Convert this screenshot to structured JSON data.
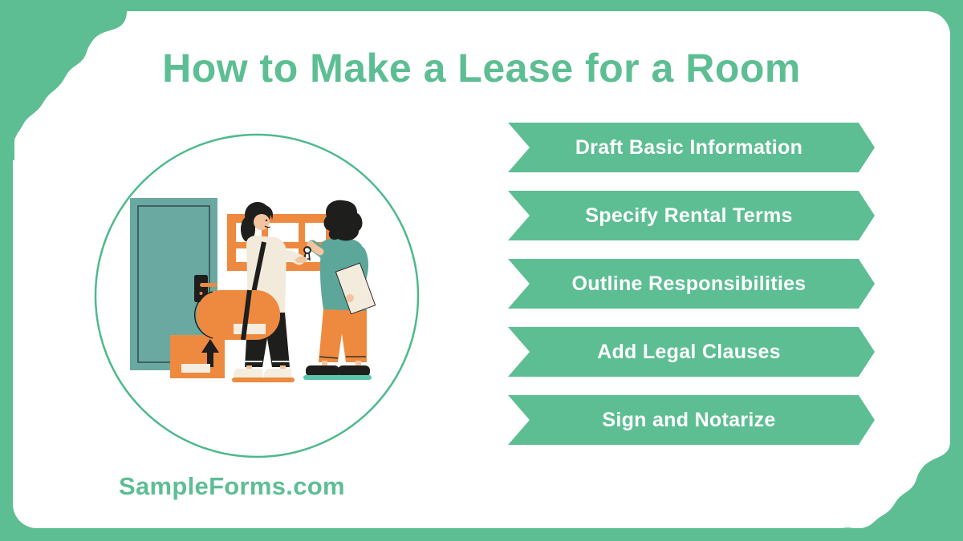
{
  "title": "How to Make a Lease for a Room",
  "steps": [
    "Draft Basic Information",
    "Specify Rental Terms",
    "Outline Responsibilities",
    "Add Legal Clauses",
    "Sign and Notarize"
  ],
  "footer": {
    "site": "SampleForms.com"
  },
  "colors": {
    "accent_green": "#5dbe93",
    "circle_stroke_green": "#4db98c",
    "illustration_orange": "#ed8a3f",
    "door_teal": "#69a9a2",
    "shirt_teal": "#5ca79a",
    "cream": "#f3ebdc",
    "ink_black": "#1e1e1c",
    "banner_text": "#ffffff"
  },
  "illustration": {
    "name": "key-handover-illustration",
    "elements": [
      "door",
      "window",
      "moving-box",
      "duffel-bag",
      "tenant",
      "landlord",
      "keys",
      "clipboard"
    ]
  }
}
